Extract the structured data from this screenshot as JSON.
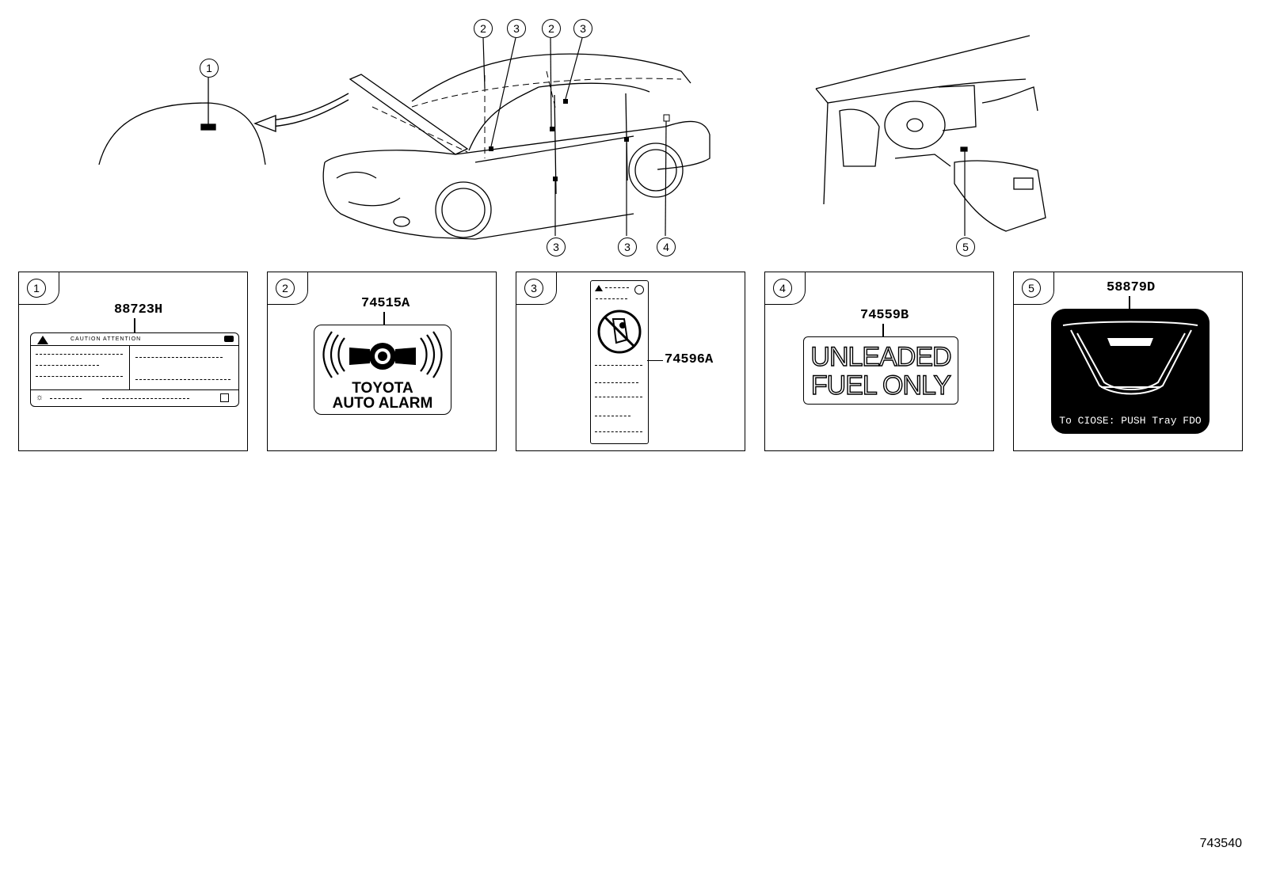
{
  "callouts": {
    "c1": "1",
    "c2": "2",
    "c3": "3",
    "c4": "4",
    "c5": "5"
  },
  "panels": [
    {
      "callout": "1",
      "part_no": "88723H",
      "label": {
        "header": "CAUTION ATTENTION"
      }
    },
    {
      "callout": "2",
      "part_no": "74515A",
      "label": {
        "line1": "TOYOTA",
        "line2": "AUTO ALARM"
      }
    },
    {
      "callout": "3",
      "part_no": "74596A"
    },
    {
      "callout": "4",
      "part_no": "74559B",
      "label": {
        "line1": "UNLEADED",
        "line2": "FUEL ONLY"
      }
    },
    {
      "callout": "5",
      "part_no": "58879D",
      "label": {
        "text": "To CIOSE: PUSH Tray FDO"
      }
    }
  ],
  "diagram_id": "743540"
}
